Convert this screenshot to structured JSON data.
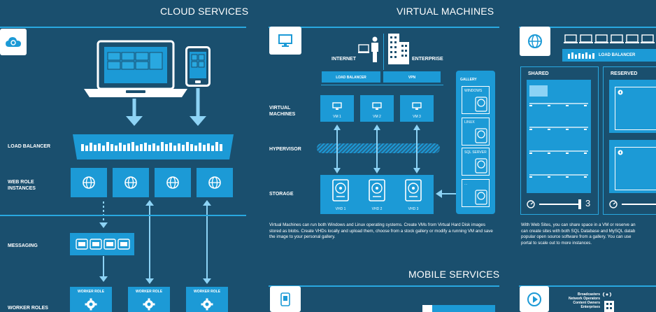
{
  "cloud_services": {
    "title": "CLOUD SERVICES",
    "label_load_balancer": "LOAD BALANCER",
    "label_web_role": "WEB ROLE\nINSTANCES",
    "label_messaging": "MESSAGING",
    "label_worker_roles": "WORKER ROLES",
    "worker_role_tag": "WORKER ROLE"
  },
  "virtual_machines": {
    "title": "VIRTUAL MACHINES",
    "internet": "INTERNET",
    "enterprise": "ENTERPRISE",
    "load_balancer": "LOAD BALANCER",
    "vpn": "VPN",
    "gallery": "GALLERY",
    "gallery_items": [
      "WINDOWS",
      "LINUX",
      "SQL SERVER",
      "..."
    ],
    "label_vms": "VIRTUAL\nMACHINES",
    "label_hypervisor": "HYPERVISOR",
    "label_storage": "STORAGE",
    "vm_names": [
      "VM 1",
      "VM 2",
      "VM 3"
    ],
    "vhd_names": [
      "VHD 1",
      "VHD 2",
      "VHD 3"
    ],
    "description": "Virtual Machines can run both Windows and Linux operating systems. Create VMs from Virtual Hard Disk images stored as blobs. Create VHDs locally and upload them, choose from a stock gallery or modify a running VM and save the image to your personal gallery."
  },
  "web_sites": {
    "load_balancer": "LOAD BALANCER",
    "shared": "SHARED",
    "reserved": "RESERVED",
    "scale_value": "3",
    "description": "With Web Sites, you can share space in a VM or reserve an\ncan create sites with both SQL Database and MySQL datab\npopular open source software from a gallery. You can use\nportal to scale out to more instances."
  },
  "mobile_services": {
    "title": "MOBILE SERVICES"
  },
  "media_services": {
    "lines": [
      "Broadcasters",
      "Network Operators",
      "Content Owners",
      "Enterprises"
    ]
  },
  "colors": {
    "background": "#1a4f6e",
    "accent": "#1c9ad6",
    "line": "#29a8e0",
    "white": "#ffffff"
  }
}
